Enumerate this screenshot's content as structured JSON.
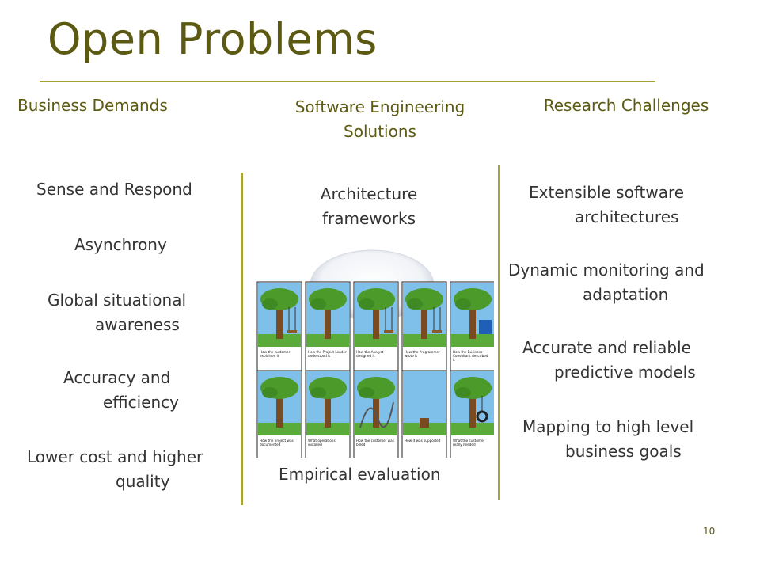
{
  "title": "Open Problems",
  "columns": {
    "business": {
      "heading": "Business Demands",
      "items": [
        {
          "l1": "Sense and Respond",
          "l2": ""
        },
        {
          "l1": "Asynchrony",
          "l2": ""
        },
        {
          "l1": "Global situational",
          "l2": "awareness"
        },
        {
          "l1": "Accuracy and",
          "l2": "efficiency"
        },
        {
          "l1": "Lower cost and higher",
          "l2": "quality"
        }
      ]
    },
    "software": {
      "heading_l1": "Software Engineering",
      "heading_l2": "Solutions",
      "items": [
        {
          "l1": "Architecture",
          "l2": "frameworks"
        },
        {
          "l1": "Empirical evaluation",
          "l2": ""
        }
      ]
    },
    "research": {
      "heading": "Research Challenges",
      "items": [
        {
          "l1": "Extensible software",
          "l2": "architectures"
        },
        {
          "l1": "Dynamic monitoring and",
          "l2": "adaptation"
        },
        {
          "l1": "Accurate and reliable",
          "l2": "predictive models"
        },
        {
          "l1": "Mapping to high level",
          "l2": "business goals"
        }
      ]
    }
  },
  "cartoon": {
    "captions": [
      "How the customer explained it",
      "How the Project Leader understood it",
      "How the Analyst designed it",
      "How the Programmer wrote it",
      "How the Business Consultant described it",
      "How the project was documented",
      "What operations installed",
      "How the customer was billed",
      "How it was supported",
      "What the customer really needed"
    ]
  },
  "colors": {
    "accent": "#a7a33c",
    "title": "#5c5a12",
    "text": "#333333"
  },
  "page_number": "10"
}
